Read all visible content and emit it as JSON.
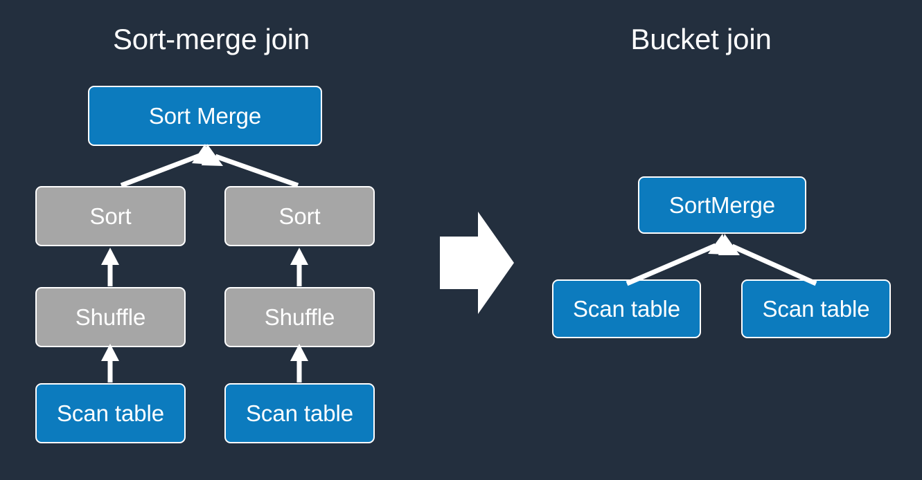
{
  "background_color": "#232f3e",
  "palette": {
    "blue": "#0c7bbe",
    "gray": "#a6a6a6",
    "white": "#ffffff",
    "text": "#ffffff"
  },
  "panels": [
    {
      "id": "sort-merge-join",
      "title": "Sort-merge join",
      "nodes": [
        {
          "id": "sort-merge",
          "label": "Sort Merge",
          "color": "blue",
          "level": 0
        },
        {
          "id": "sort-left",
          "label": "Sort",
          "color": "gray",
          "level": 1
        },
        {
          "id": "sort-right",
          "label": "Sort",
          "color": "gray",
          "level": 1
        },
        {
          "id": "shuffle-left",
          "label": "Shuffle",
          "color": "gray",
          "level": 2
        },
        {
          "id": "shuffle-right",
          "label": "Shuffle",
          "color": "gray",
          "level": 2
        },
        {
          "id": "scan-left",
          "label": "Scan table",
          "color": "blue",
          "level": 3
        },
        {
          "id": "scan-right",
          "label": "Scan table",
          "color": "blue",
          "level": 3
        }
      ],
      "edges": [
        {
          "from": "sort-left",
          "to": "sort-merge",
          "style": "diagonal"
        },
        {
          "from": "sort-right",
          "to": "sort-merge",
          "style": "diagonal"
        },
        {
          "from": "shuffle-left",
          "to": "sort-left",
          "style": "vertical"
        },
        {
          "from": "shuffle-right",
          "to": "sort-right",
          "style": "vertical"
        },
        {
          "from": "scan-left",
          "to": "shuffle-left",
          "style": "vertical"
        },
        {
          "from": "scan-right",
          "to": "shuffle-right",
          "style": "vertical"
        }
      ]
    },
    {
      "id": "bucket-join",
      "title": "Bucket join",
      "nodes": [
        {
          "id": "bucket-sortmerge",
          "label": "SortMerge",
          "color": "blue",
          "level": 0
        },
        {
          "id": "bucket-scan-left",
          "label": "Scan table",
          "color": "blue",
          "level": 1
        },
        {
          "id": "bucket-scan-right",
          "label": "Scan table",
          "color": "blue",
          "level": 1
        }
      ],
      "edges": [
        {
          "from": "bucket-scan-left",
          "to": "bucket-sortmerge",
          "style": "diagonal"
        },
        {
          "from": "bucket-scan-right",
          "to": "bucket-sortmerge",
          "style": "diagonal"
        }
      ]
    }
  ],
  "transition": {
    "icon": "right-block-arrow",
    "direction": "right",
    "color": "#ffffff"
  }
}
